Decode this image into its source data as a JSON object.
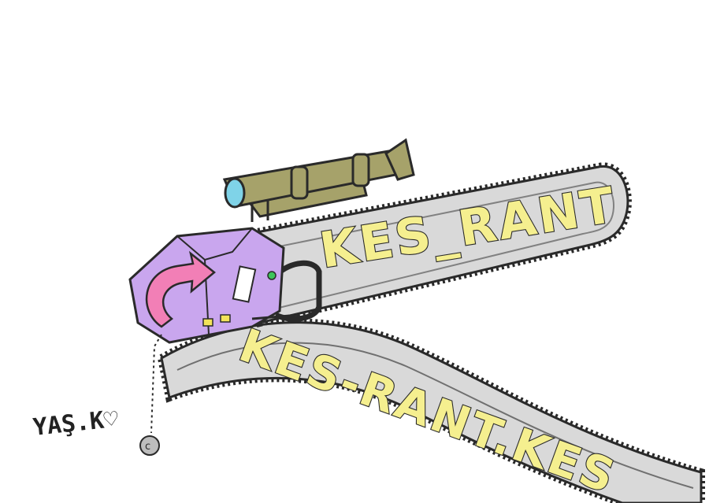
{
  "cartoon": {
    "upper_blade_text": "KES_RANT",
    "lower_blade_text": "KES-RANT.KES",
    "signature": "YAŞ.K♡"
  },
  "colors": {
    "blade": "#d9d9d9",
    "blade_text": "#f5ef8f",
    "engine_body": "#c9a6ee",
    "engine_arrow": "#f27fb6",
    "scope": "#a6a26a",
    "scope_lens": "#7fd3e8",
    "outline": "#2a2a2a"
  },
  "icons": [
    "chainsaw-illustration",
    "rifle-scope-icon",
    "pull-cord-icon",
    "rotate-arrow-icon"
  ]
}
